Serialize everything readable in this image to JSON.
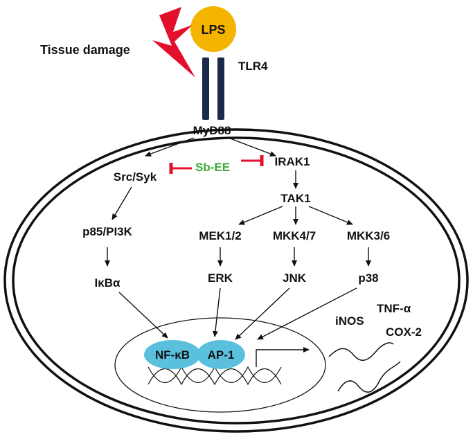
{
  "diagram": {
    "stimuli": {
      "lps": "LPS",
      "tissue_damage": "Tissue damage"
    },
    "receptor": "TLR4",
    "nodes": {
      "myd88": "MyD88",
      "src_syk": "Src/Syk",
      "irak1": "IRAK1",
      "tak1": "TAK1",
      "p85_pi3k": "p85/PI3K",
      "ikba": "IκBα",
      "mek12": "MEK1/2",
      "mkk47": "MKK4/7",
      "mkk36": "MKK3/6",
      "erk": "ERK",
      "jnk": "JNK",
      "p38": "p38"
    },
    "inhibitor": "Sb-EE",
    "transcription_factors": {
      "nfkb": "NF-κB",
      "ap1": "AP-1"
    },
    "genes": {
      "inos": "iNOS",
      "tnfa": "TNF-α",
      "cox2": "COX-2"
    },
    "colors": {
      "lps": "#f5b400",
      "lightning": "#e3102b",
      "receptor": "#1b2a4a",
      "inhibitor_text": "#3aaa35",
      "inhibitor_bar": "#e3102b",
      "tf_fill": "#5bc0de"
    }
  }
}
